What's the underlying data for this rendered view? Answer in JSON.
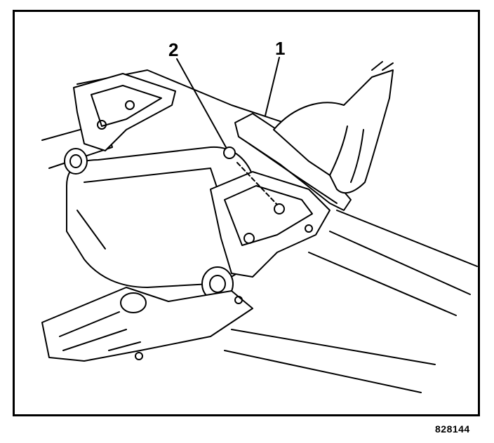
{
  "callouts": {
    "one": "1",
    "two": "2"
  },
  "figure_id": "828144",
  "colors": {
    "ink": "#000000",
    "paper": "#ffffff"
  }
}
